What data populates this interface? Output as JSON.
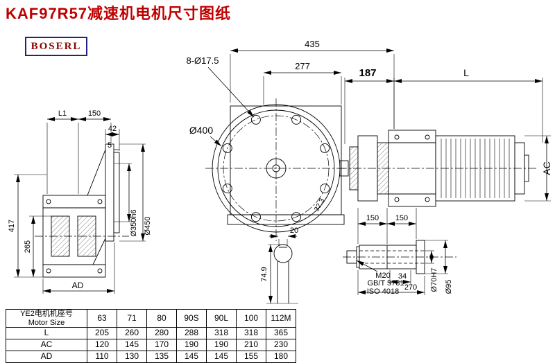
{
  "page": {
    "title": "KAF97R57减速机电机尺寸图纸",
    "logo_text": "BOSERL"
  },
  "left_view": {
    "l1": "L1",
    "d150": "150",
    "d42": "42",
    "d5": "5",
    "d417": "417",
    "d265": "265",
    "ad": "AD",
    "d350": "Ø350h6",
    "d450": "Ø450"
  },
  "front_view": {
    "d435": "435",
    "d277": "277",
    "holes": "8-Ø17.5",
    "d400": "Ø400",
    "d20": "20",
    "d32": "32.3",
    "d74": "74.9"
  },
  "side_view": {
    "d187": "187",
    "l_label": "L",
    "ac_label": "AC"
  },
  "shaft_detail": {
    "d150a": "150",
    "d150b": "150",
    "m20": "M20",
    "gbt": "GB/T 5781",
    "iso": "ISO 4018",
    "d34": "34",
    "d270": "270",
    "d70": "Ø70H7",
    "d95": "Ø95"
  },
  "table": {
    "header_cn": "YE2电机机座号",
    "header_en": "Motor Size",
    "cols": [
      "63",
      "71",
      "80",
      "90S",
      "90L",
      "100",
      "112M"
    ],
    "rows": [
      {
        "label": "L",
        "values": [
          "205",
          "260",
          "280",
          "288",
          "318",
          "318",
          "365"
        ]
      },
      {
        "label": "AC",
        "values": [
          "120",
          "145",
          "170",
          "190",
          "190",
          "210",
          "230"
        ]
      },
      {
        "label": "AD",
        "values": [
          "110",
          "130",
          "135",
          "145",
          "145",
          "155",
          "180"
        ]
      }
    ]
  }
}
